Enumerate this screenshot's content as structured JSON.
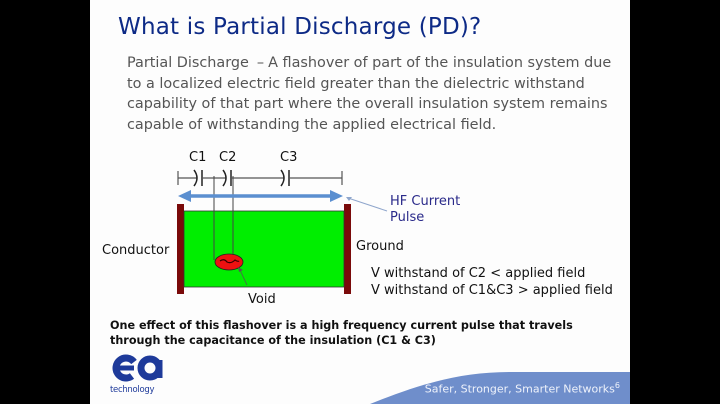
{
  "slide": {
    "title": "What is Partial Discharge (PD)?",
    "definition": {
      "term": "Partial Discharge",
      "separator": "–",
      "text": "A flashover of part of the insulation system due to a localized electric field greater than the dielectric withstand capability of that part where the overall insulation system remains capable of withstanding the applied electrical field."
    },
    "diagram": {
      "capacitors": [
        "C1",
        "C2",
        "C3"
      ],
      "labels": {
        "conductor": "Conductor",
        "ground": "Ground",
        "void": "Void",
        "hf_pulse_line1": "HF Current",
        "hf_pulse_line2": "Pulse"
      },
      "conditions": [
        "V withstand of C2 < applied field",
        "V withstand of C1&C3 > applied field"
      ],
      "colors": {
        "insulation": "#00ee00",
        "electrodes": "#7a0a0a",
        "void": "#ee1111",
        "arrow": "#5b8fd0",
        "pointer": "#8fa6cc"
      }
    },
    "conclusion": "One effect of this flashover is a high frequency current pulse that travels through the capacitance of the insulation (C1 & C3)",
    "footer": {
      "logo_text": "technology",
      "tagline": "Safer, Stronger, Smarter Networks",
      "page_number": "6",
      "band_color": "#6f8ecb"
    },
    "colors": {
      "title": "#0d2a86",
      "body_text": "#555555"
    }
  }
}
